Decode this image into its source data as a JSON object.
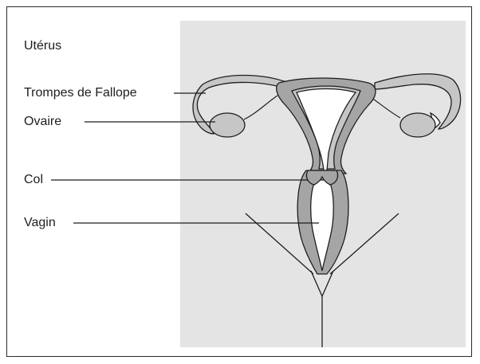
{
  "labels": {
    "uterus": "Utérus",
    "fallopian_tubes": "Trompes de Fallope",
    "ovary": "Ovaire",
    "cervix": "Col",
    "vagina": "Vagin"
  },
  "colors": {
    "panel_background": "#e4e4e4",
    "tissue_dark": "#a5a5a5",
    "tissue_light": "#c6c6c6",
    "outline": "#1e1e1e"
  }
}
